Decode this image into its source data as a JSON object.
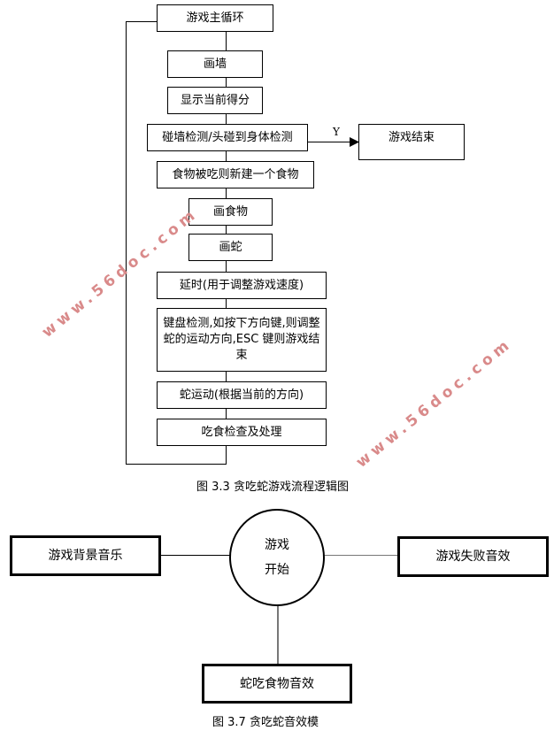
{
  "figure1": {
    "nodes": [
      "游戏主循环",
      "画墙",
      "显示当前得分",
      "碰墙检测/头碰到身体检测",
      "食物被吃则新建一个食物",
      "画食物",
      "画蛇",
      "延时(用于调整游戏速度)",
      "键盘检测,如按下方向键,则调整蛇的运动方向,ESC 键则游戏结束",
      "蛇运动(根据当前的方向)",
      "吃食检查及处理"
    ],
    "branch": {
      "label": "Y",
      "target": "游戏结束"
    },
    "caption": "图 3.3 贪吃蛇游戏流程逻辑图"
  },
  "figure2": {
    "center": {
      "line1": "游戏",
      "line2": "开始"
    },
    "left": "游戏背景音乐",
    "right": "游戏失败音效",
    "bottom": "蛇吃食物音效",
    "caption": "图 3.7 贪吃蛇音效模"
  },
  "watermark": {
    "text": "www.56doc.com",
    "color": "#d98a8a"
  }
}
